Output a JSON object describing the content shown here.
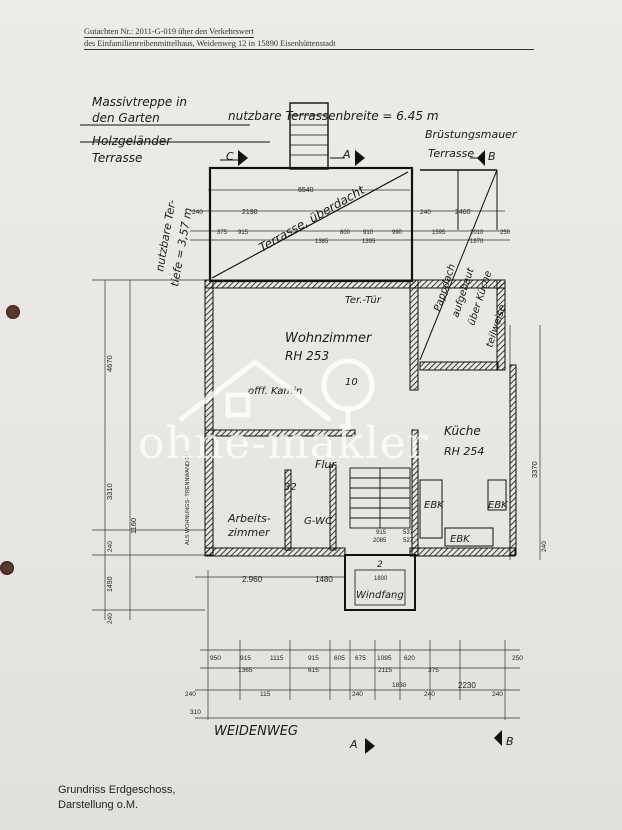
{
  "header": {
    "line1": "Gutachten Nr.: 2011-G-019   über den Verkehrswert",
    "line2": "des Einfamilienreihenmittelhaus, Weidenweg 12 in 15890 Eisenhüttenstadt"
  },
  "annotations": {
    "massivtreppe_1": "Massivtreppe in",
    "massivtreppe_2": "den Garten",
    "holzgelaender": "Holzgeländer",
    "terrasse": "Terrasse",
    "terrassenbreite": "nutzbare Terrassenbreite = 6.45 m",
    "bruestung_1": "Brüstungsmauer",
    "bruestung_2": "Terrasse",
    "terrassentiefe_1": "nutzbare Ter-",
    "terrassentiefe_2": "tiefe = 3,57 m",
    "terrasse_ueberdacht": "Terrasse, überdacht",
    "ter_tuer": "Ter.-Tür",
    "pappdach_1": "Pappdach",
    "pappdach_2": "aufgebaut",
    "pappdach_3": "über Küche",
    "pappdach_4": "teilweise",
    "wohnzimmer": "Wohnzimmer",
    "rh_wohn": "RH 253",
    "kamin": "offf. Kamin",
    "kueche": "Küche",
    "rh_kueche": "RH 254",
    "flur": "Flur",
    "arbeitszimmer_1": "Arbeits-",
    "arbeitszimmer_2": "zimmer",
    "gwc": "G-WC",
    "windfang": "Windfang",
    "ebk1": "EBK",
    "ebk2": "EBK",
    "ebk3": "EBK",
    "weidenweg": "WEIDENWEG",
    "wohnung_trennwand": "ALS WOHNUNGS-\nTRENNWAND 365",
    "sec_c": "C",
    "sec_a_top": "A",
    "sec_b_top": "B",
    "sec_a_bottom": "A",
    "sec_b_bottom": "B",
    "n32": "32",
    "n10": "10",
    "n2": "2"
  },
  "dimensions": {
    "d6540": "6540",
    "d240_l": "240",
    "d2190": "2190",
    "d2460": "2460",
    "d240_r": "240",
    "d375": "375",
    "d915": "915",
    "d1385": "1385",
    "d800": "800",
    "d910": "910",
    "d1395": "1395",
    "d990": "990",
    "d1595": "1595",
    "d1010": "1010",
    "d250": "250",
    "d1970": "1970",
    "v4670": "4670",
    "v3310": "3310",
    "v1160": "1160",
    "v240a": "240",
    "v1490": "1490",
    "v240b": "240",
    "v3370": "3370",
    "v240c": "240",
    "d2960": "2.960",
    "d1480": "1480",
    "d915b": "915",
    "d537": "537",
    "d2085": "2085",
    "d527": "527",
    "d1800": "1800",
    "b950": "950",
    "b915": "915",
    "b1115": "1115",
    "b915b": "915",
    "b605": "605",
    "b675": "675",
    "b1095": "1095",
    "b620": "620",
    "b1365": "1365",
    "b615": "615",
    "b2115": "2115",
    "b1830": "1830",
    "b375": "375",
    "b250": "250",
    "b240a": "240",
    "b115": "115",
    "b240b": "240",
    "b240c": "240",
    "b240d": "240",
    "b2230": "2230",
    "b310": "310"
  },
  "watermark": "ohne-makler",
  "caption": {
    "line1": "Grundriss Erdgeschoss,",
    "line2": "Darstellung o.M."
  }
}
